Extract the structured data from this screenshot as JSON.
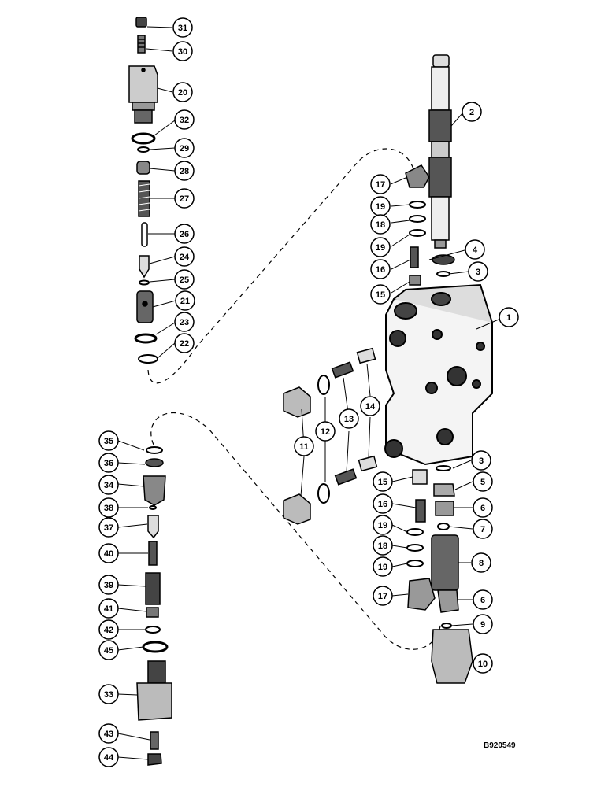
{
  "reference_code": "B920549",
  "callouts": [
    "31",
    "30",
    "20",
    "32",
    "29",
    "28",
    "27",
    "26",
    "24",
    "25",
    "21",
    "23",
    "22",
    "2",
    "17",
    "19",
    "18",
    "19",
    "4",
    "16",
    "3",
    "15",
    "1",
    "11",
    "12",
    "13",
    "14",
    "35",
    "36",
    "34",
    "38",
    "37",
    "40",
    "39",
    "41",
    "42",
    "45",
    "33",
    "43",
    "44",
    "3",
    "5",
    "15",
    "6",
    "16",
    "7",
    "19",
    "18",
    "8",
    "19",
    "17",
    "6",
    "9",
    "10"
  ]
}
